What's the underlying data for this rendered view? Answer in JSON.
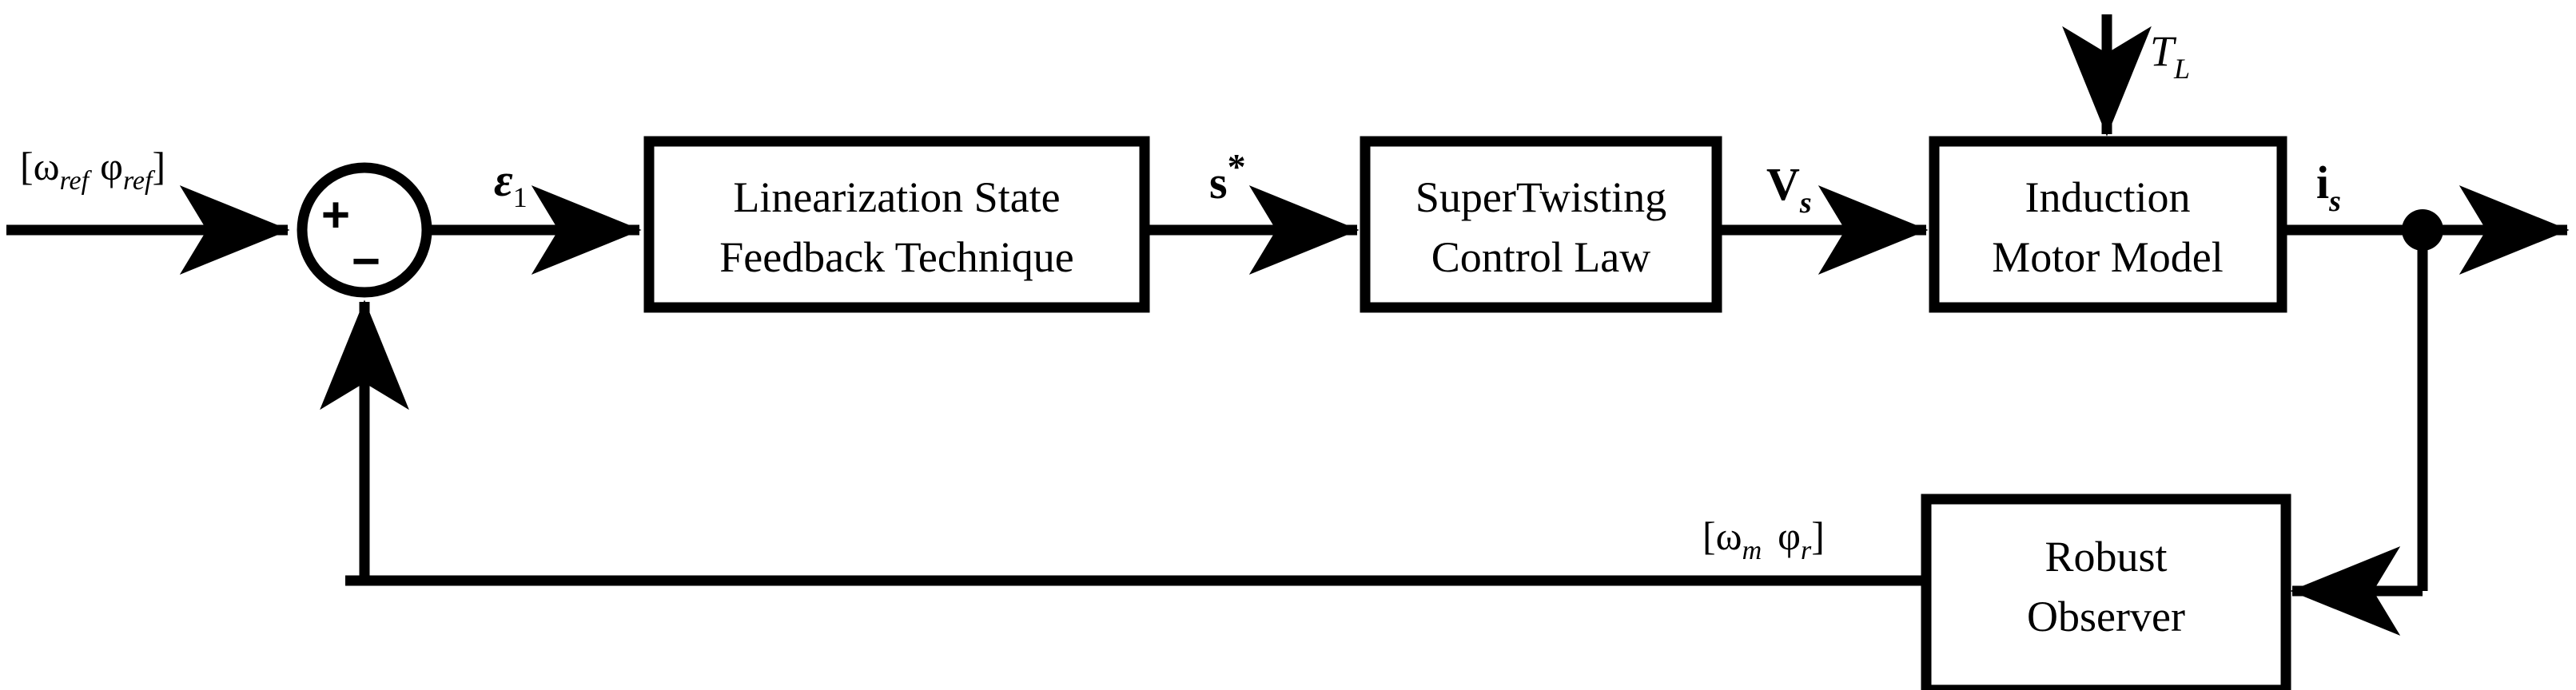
{
  "diagram": {
    "title": "Induction motor sensorless control block diagram",
    "type": "control-block-diagram",
    "background_color": "#ffffff",
    "line_color": "#000000"
  },
  "signals": {
    "reference_input": "[ωref φref]",
    "reference_input_base": "[ω",
    "reference_input_sub1": "ref",
    "reference_input_mid": "φ",
    "reference_input_sub2": "ref",
    "reference_input_close": "]",
    "error": "ε",
    "error_sub": "1",
    "sliding_surface": "s",
    "sliding_surface_sup": "*",
    "stator_voltage": "V",
    "stator_voltage_sub": "s",
    "load_torque": "T",
    "load_torque_sub": "L",
    "stator_current": "i",
    "stator_current_sub": "s",
    "observer_output_open": "[ω",
    "observer_output_sub1": "m",
    "observer_output_mid": "φ",
    "observer_output_sub2": "r",
    "observer_output_close": "]"
  },
  "summing_junction": {
    "name": "summing-junction",
    "plus_label": "+",
    "minus_label": "−"
  },
  "blocks": [
    {
      "id": "linearization",
      "line1": "Linearization State",
      "line2": "Feedback Technique"
    },
    {
      "id": "supertwisting",
      "line1": "SuperTwisting",
      "line2": "Control Law"
    },
    {
      "id": "induction-motor",
      "line1": "Induction",
      "line2": "Motor Model"
    },
    {
      "id": "robust-observer",
      "line1": "Robust",
      "line2": "Observer"
    }
  ]
}
